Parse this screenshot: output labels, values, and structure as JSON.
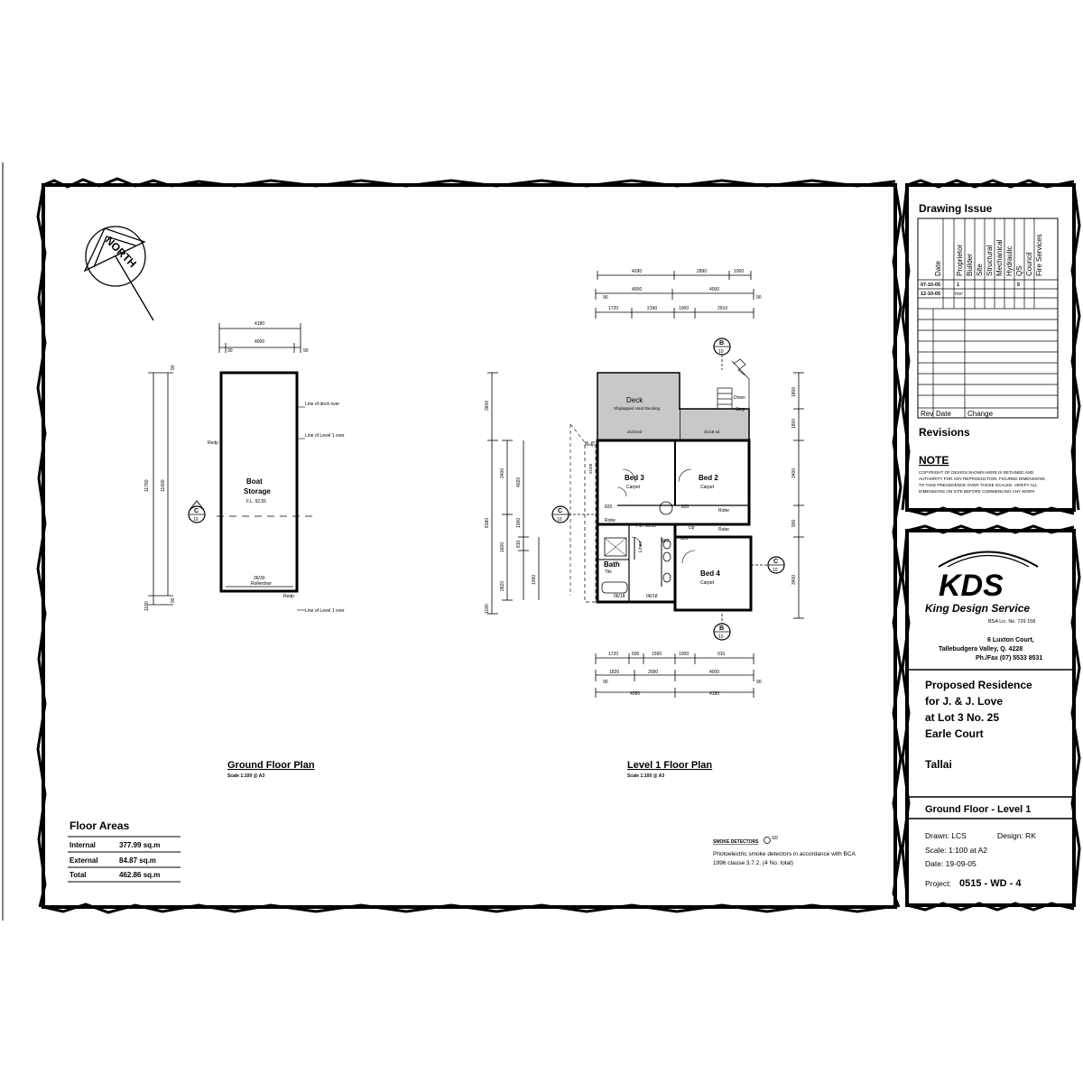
{
  "ground_plan": {
    "title": "Ground Floor Plan",
    "scale": "Scale  1:100 @ A3",
    "room_name_1": "Boat",
    "room_name_2": "Storage",
    "fl": "F.L. 92.55",
    "door": "36/30",
    "door2": "Rollerdoor",
    "redp1": "Redp",
    "redp2": "Redp",
    "note_deck": "Line of deck over",
    "note_level1a": "Line of Level 1 over",
    "note_level1b": "Line of Level 1 over",
    "dim_top": "4180",
    "dim_top2": "4000",
    "dim_90a": "90",
    "dim_90b": "90",
    "dim_left_outer": "11780",
    "dim_left_inner": "11600",
    "dim_left_bottom": "1180",
    "dim_left_top90": "90",
    "dim_left_bot90": "90",
    "section_letter": "C",
    "section_num": "10"
  },
  "level1_plan": {
    "title": "Level 1 Floor Plan",
    "scale": "Scale  1:100 @ A3",
    "deck": "Deck",
    "deck_sub": "Shiplapped Hard Decking",
    "bed3": "Bed 3",
    "bed2": "Bed 2",
    "bed4": "Bed 4",
    "carpet": "Carpet",
    "bath": "Bath",
    "tile": "Tile",
    "robe": "Robe",
    "linen": "Linen",
    "fl": "F.L. 96.55",
    "down": "Down",
    "up": "Up",
    "step": "Step",
    "redp": "Redp",
    "lab_820a": "820",
    "lab_820b": "820",
    "lab_820c": "820",
    "lab_820d": "820",
    "win_a": "21/21sd",
    "win_b": "21/18 sd",
    "win_c": "21/09",
    "win_d": "06/18",
    "win_e": "06/18",
    "dim_top_row1": [
      "4290",
      "2890",
      "1000"
    ],
    "dim_top_row2": [
      "4000",
      "4000"
    ],
    "dim_top_row3": [
      "1720",
      "2190",
      "1000",
      "2910"
    ],
    "dim_bot_row1": [
      "1720",
      "600",
      "1590",
      "1000",
      "910"
    ],
    "dim_bot_row2": [
      "1820",
      "2090",
      "4000"
    ],
    "dim_bot_row3": [
      "4080",
      "4180"
    ],
    "dim_90": "90",
    "dim_left": [
      "3600",
      "3400",
      "8180",
      "1600",
      "2820",
      "1180",
      "4020",
      "1000",
      "810",
      "1000"
    ],
    "dim_right": [
      "1800",
      "1800",
      "3400",
      "900",
      "3400"
    ],
    "section_b": "B",
    "section_c": "C",
    "section_num": "10"
  },
  "north": {
    "label": "NORTH"
  },
  "floor_areas": {
    "title": "Floor Areas",
    "rows": [
      {
        "label": "Internal",
        "value": "377.99 sq.m"
      },
      {
        "label": "External",
        "value": "84.87 sq.m"
      },
      {
        "label": "Total",
        "value": "462.86 sq.m"
      }
    ]
  },
  "smoke": {
    "heading": "SMOKE DETECTORS",
    "symbol": "SD",
    "line1": "Photoelectric smoke detectors in accordance with BCA",
    "line2": "1996 clause 3.7.2. (4 No. total)"
  },
  "drawing_issue": {
    "title": "Drawing Issue",
    "columns": [
      "Date",
      "Proprietor",
      "Builder",
      "Site",
      "Structural",
      "Mechanical",
      "Hydraulic",
      "QS",
      "Council",
      "Fire Services"
    ],
    "row1": {
      "date": "07-10-05",
      "mark1": "1",
      "mark2": "5"
    },
    "row2": {
      "date": "12-10-05",
      "mark1": "PDF"
    },
    "rev_headers": [
      "Rev",
      "Date",
      "Change"
    ],
    "revisions": "Revisions",
    "note": "NOTE",
    "note_text": [
      "COPYRIGHT OF DESIGN SHOWN HERE IS RETAINED AND",
      "AUTHORITY FOR ANY REPRODUCTION. FIGURED DIMENSIONS",
      "TO TAKE PRECEDENCE OVER THOSE SCALED. VERIFY ALL",
      "DIMENSIONS ON SITE BEFORE COMMENCING ANY WORK"
    ]
  },
  "title_block": {
    "logo": "KDS",
    "company": "King Design Service",
    "bsa": "BSA Lic. No. 729 158",
    "addr1": "6 Luxton Court,",
    "addr2": "Tallebudgera Valley, Q. 4228",
    "phone": "Ph./Fax (07) 5533 8531",
    "project_lines": [
      "Proposed Residence",
      "for J. & J. Love",
      "at Lot 3 No. 25",
      "Earle Court"
    ],
    "suburb": "Tallai",
    "sheet": "Ground Floor - Level 1",
    "drawn": "Drawn:  LCS",
    "design": "Design:  RK",
    "scale": "Scale:  1:100  at  A2",
    "date": "Date:   19-09-05",
    "project_label": "Project:",
    "project_no": "0515 - WD - 4"
  }
}
